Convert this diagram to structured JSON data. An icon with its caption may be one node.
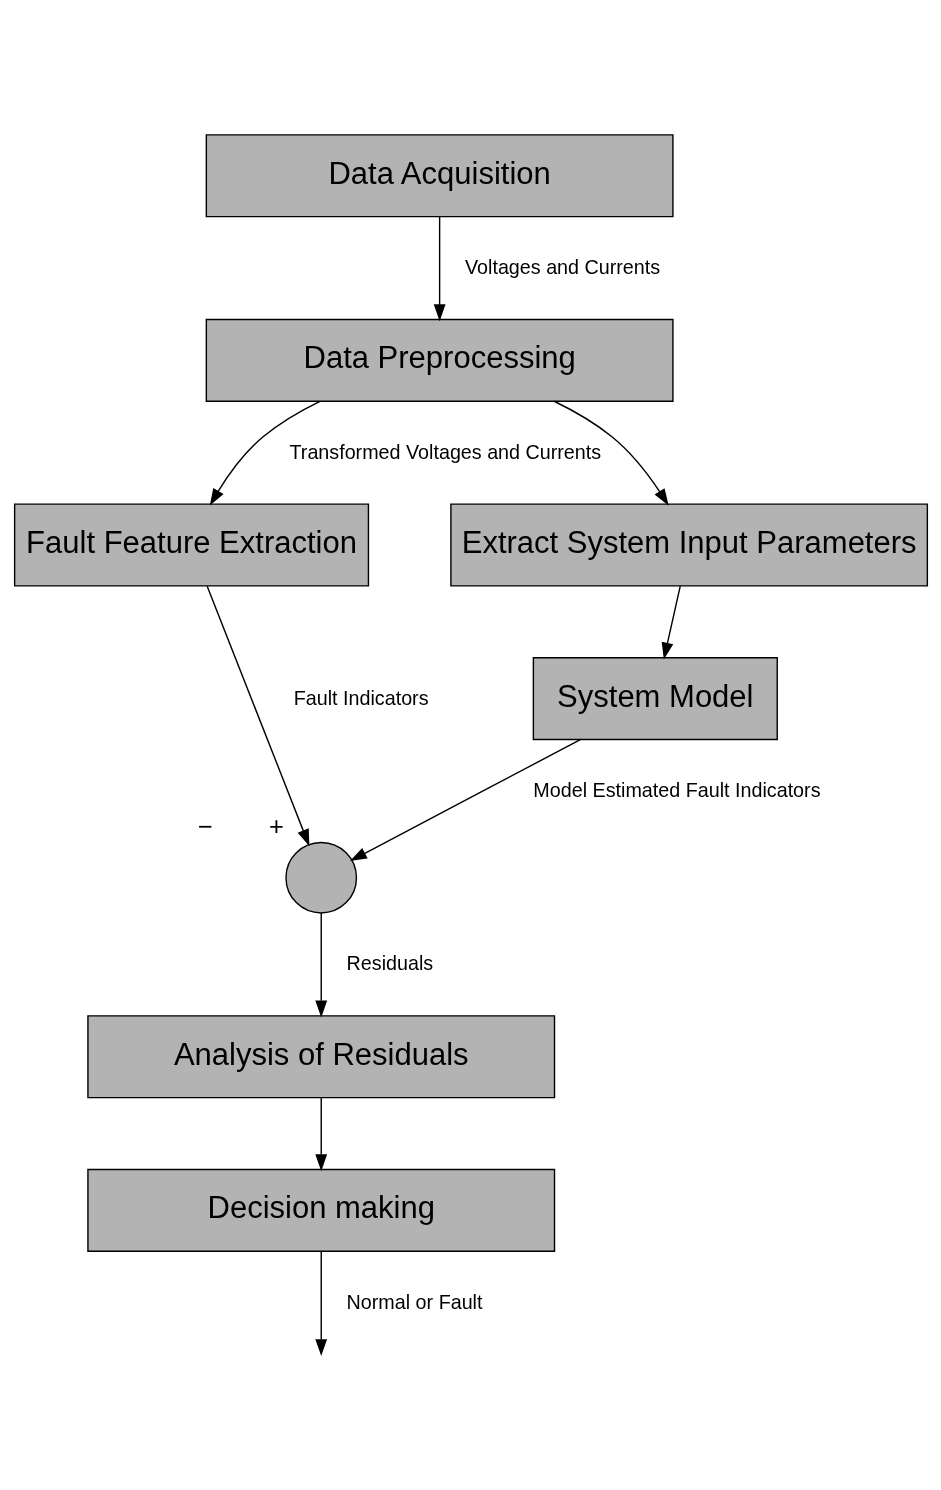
{
  "diagram": {
    "nodes": [
      {
        "text": [
          "Data Acquisition"
        ]
      },
      {
        "text": [
          "Data Preprocessing"
        ]
      },
      {
        "text": [
          "Fault Feature Extraction"
        ]
      },
      {
        "text": [
          "Extract System Input Parameters"
        ]
      },
      {
        "text": [
          "System Model"
        ]
      },
      {
        "text": [],
        "shape": "circle",
        "beside": [
          "−",
          "+"
        ]
      },
      {
        "text": [
          "Analysis of Residuals"
        ]
      },
      {
        "text": [
          "Decision making"
        ]
      }
    ],
    "edges": [
      {
        "from": 0,
        "to": 1,
        "arrow": "to",
        "label": "Voltages and Currents"
      },
      {
        "from": 1,
        "to": 2,
        "arrow": "to",
        "label": "Transformed Voltages and Currents"
      },
      {
        "from": 1,
        "to": 3,
        "arrow": "to"
      },
      {
        "from": 2,
        "to": 5,
        "arrow": "to",
        "label": "Fault Indicators"
      },
      {
        "from": 3,
        "to": 4,
        "arrow": "to"
      },
      {
        "from": 4,
        "to": 5,
        "arrow": "to",
        "label": "Model Estimated Fault Indicators"
      },
      {
        "from": 5,
        "to": 6,
        "arrow": "to",
        "label": "Residuals"
      },
      {
        "from": 6,
        "to": 7,
        "arrow": "to"
      },
      {
        "from": 7,
        "to": null,
        "arrow": "to",
        "label": "Normal or Fault"
      }
    ]
  }
}
